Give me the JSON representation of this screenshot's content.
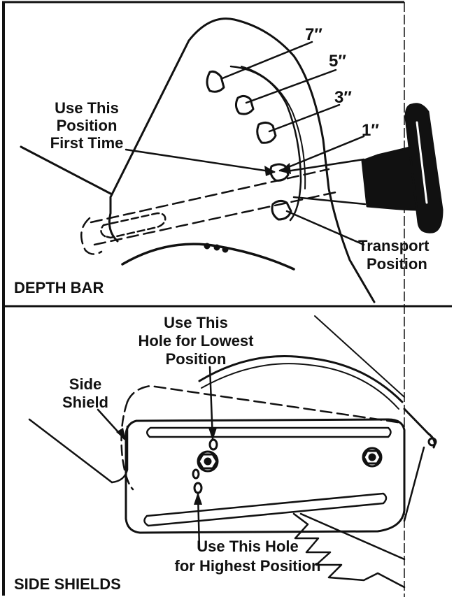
{
  "panels": {
    "depth_bar": {
      "title": "DEPTH BAR",
      "positions": [
        "7″",
        "5″",
        "3″",
        "1″"
      ],
      "first_time": [
        "Use This",
        "Position",
        "First Time"
      ],
      "transport": [
        "Transport",
        "Position"
      ]
    },
    "side_shields": {
      "title": "SIDE SHIELDS",
      "side_shield": [
        "Side",
        "Shield"
      ],
      "lowest": [
        "Use This",
        "Hole for Lowest",
        "Position"
      ],
      "highest": [
        "Use This Hole",
        "for Highest Position"
      ]
    }
  }
}
